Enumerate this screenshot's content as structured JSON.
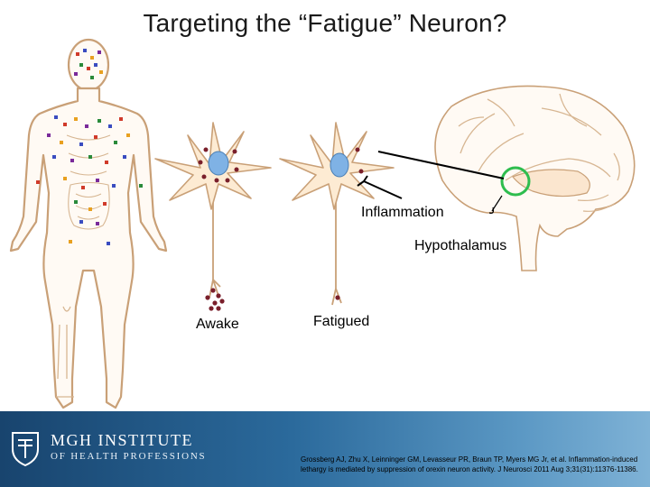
{
  "slide": {
    "title": "Targeting the “Fatigue” Neuron?",
    "labels": {
      "inflammation": "Inflammation",
      "hypothalamus": "Hypothalamus",
      "awake": "Awake",
      "fatigued": "Fatigued"
    },
    "citation": "Grossberg AJ, Zhu X, Leinninger GM, Levasseur PR, Braun TP, Myers MG Jr, et al. Inflammation-induced lethargy is mediated by suppression of orexin neuron activity. J Neurosci 2011 Aug 3;31(31):11376-11386."
  },
  "footer": {
    "logo_name": "MGH INSTITUTE",
    "logo_sub": "OF HEALTH PROFESSIONS"
  },
  "colors": {
    "neuron_fill": "#fdebd3",
    "neuron_stroke": "#c9a077",
    "nucleus": "#7fb2e5",
    "granule": "#7a1f2b",
    "highlight_circle": "#2ebd4e",
    "footer_dark": "#18446e",
    "footer_light": "#7fb2d6"
  }
}
